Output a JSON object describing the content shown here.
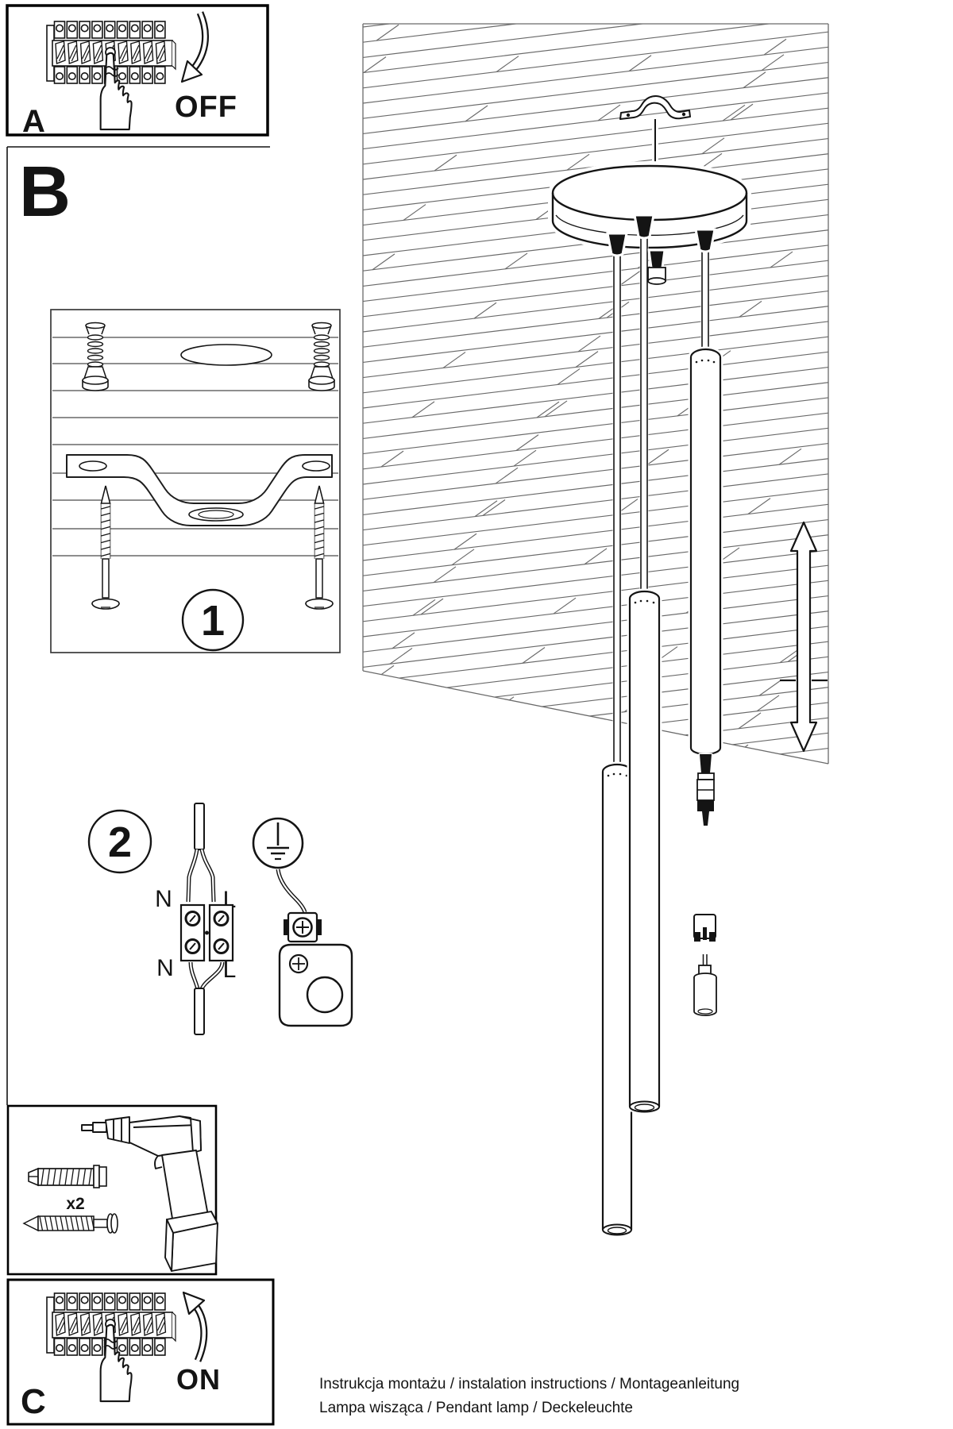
{
  "document": {
    "section_labels": {
      "a": "A",
      "b": "B",
      "c": "C"
    },
    "breaker_actions": {
      "off": "OFF",
      "on": "ON"
    },
    "steps": {
      "one": "1",
      "two": "2"
    },
    "wiring": {
      "top_left": "N",
      "top_right": "L",
      "bottom_left": "N",
      "bottom_right": "L"
    },
    "tools": {
      "anchor_count_label": "x2"
    },
    "footer": {
      "line1": "Instrukcja montażu / instalation instructions / Montageanleitung",
      "line2": "Lampa wisząca / Pendant lamp / Deckeleuchte"
    },
    "colors": {
      "ink": "#141414",
      "hatch": "#6a6a6a",
      "paper": "#ffffff"
    }
  }
}
